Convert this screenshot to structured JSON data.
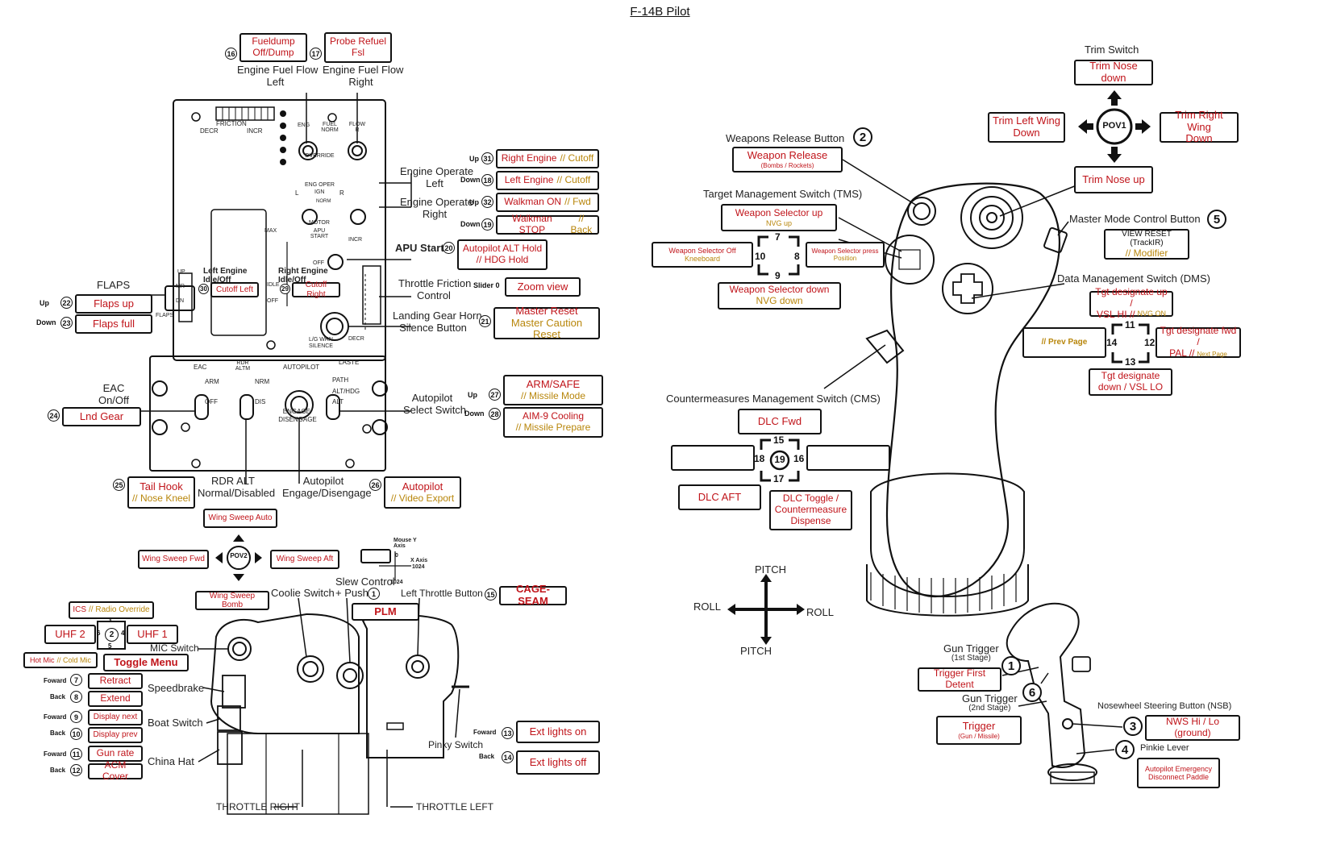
{
  "title": "F-14B Pilot",
  "throttle_panel": {
    "engine_fuel_flow_left": {
      "num": "16",
      "label_1": "Engine Fuel Flow",
      "label_2": "Left",
      "box_1": "Fueldump",
      "box_2": "Off/Dump"
    },
    "engine_fuel_flow_right": {
      "num": "17",
      "label_1": "Engine Fuel Flow",
      "label_2": "Right",
      "box_1": "Probe Refuel",
      "box_2": "Fsl"
    },
    "engine_operate_left": {
      "label_1": "Engine Operate",
      "label_2": "Left",
      "up": "Up",
      "down": "Down",
      "num_up": "31",
      "num_down": "18",
      "up_main": "Right Engine",
      "up_sub": "// Cutoff",
      "down_main": "Left Engine",
      "down_sub": "// Cutoff"
    },
    "engine_operate_right": {
      "label_1": "Engine Operate",
      "label_2": "Right",
      "up": "Up",
      "down": "Down",
      "num_up": "32",
      "num_down": "19",
      "up_main": "Walkman ON",
      "up_sub": "// Fwd",
      "down_main": "Walkman STOP",
      "down_sub": "// Back"
    },
    "apu_start": {
      "label": "APU Start",
      "num": "20",
      "box_1": "Autopilot ALT Hold",
      "box_2": "// HDG Hold"
    },
    "throttle_friction": {
      "label_1": "Throttle Friction",
      "label_2": "Control",
      "slider": "Slider 0",
      "box": "Zoom view"
    },
    "landing_gear_horn": {
      "label_1": "Landing Gear Horn",
      "label_2": "Silence Button",
      "num": "21",
      "box_1": "Master Reset",
      "box_2": "Master Caution Reset"
    },
    "flaps": {
      "label": "FLAPS",
      "up": "Up",
      "down": "Down",
      "num_up": "22",
      "num_down": "23",
      "box_up": "Flaps up",
      "box_down": "Flaps full"
    },
    "left_engine_idle": {
      "label_1": "Left Engine",
      "label_2": "Idle/Off",
      "num": "30",
      "box": "Cutoff Left"
    },
    "right_engine_idle": {
      "label_1": "Right Engine",
      "label_2": "Idle/Off",
      "num": "29",
      "box": "Cutoff Right"
    },
    "eac": {
      "label_1": "EAC",
      "label_2": "On/Off",
      "num": "24",
      "box": "Lnd Gear"
    },
    "autopilot_select": {
      "label_1": "Autopilot",
      "label_2": "Select Switch",
      "up": "Up",
      "down": "Down",
      "num_up": "27",
      "num_down": "28",
      "up_main": "ARM/SAFE",
      "up_sub": "// Missile Mode",
      "down_main": "AIM-9 Cooling",
      "down_sub": "// Missile Prepare"
    },
    "rdr_alt": {
      "label_1": "RDR ALT",
      "label_2": "Normal/Disabled",
      "num": "25",
      "box_main": "Tail Hook",
      "box_sub": "// Nose Kneel"
    },
    "autopilot_engage": {
      "label_1": "Autopilot",
      "label_2": "Engage/Disengage",
      "num": "26",
      "box_main": "Autopilot",
      "box_sub": "// Video Export"
    },
    "panel_text": {
      "friction": "FRICTION",
      "decr": "DECR",
      "incr": "INCR",
      "eng": "ENG",
      "fuel_norm": "FUEL NORM",
      "flow_r": "FLOW R",
      "override": "OVERRIDE",
      "eng_oper": "ENG OPER",
      "ign": "IGN",
      "motor": "MOTOR",
      "norm": "NORM",
      "l": "L",
      "r": "R",
      "max": "MAX",
      "idle": "IDLE",
      "off": "OFF",
      "apu_start": "APU START",
      "apu_off": "OFF",
      "incr2": "INCR",
      "decr2": "DECR",
      "lg_silence": "L/G WRN SILENCE",
      "eac": "EAC",
      "arm": "ARM",
      "eac_off": "OFF",
      "rdr_altm": "RDR ALTM",
      "autopilot": "AUTOPILOT",
      "nrm": "NRM",
      "dis": "DIS",
      "engage": "ENGAGE/ DISENGAGE",
      "laste": "LASTE",
      "path": "PATH",
      "alt_hdg": "ALT/HDG",
      "alt": "ALT",
      "flaps_up": "UP",
      "flaps_mr": "MR",
      "flaps_dn": "DN",
      "flaps_small": "FLAPS"
    }
  },
  "throttle": {
    "pov2": {
      "label": "POV2",
      "up": "Wing Sweep Auto",
      "left": "Wing Sweep Fwd",
      "right": "Wing Sweep Aft",
      "down": "Wing Sweep Bomb"
    },
    "mouse_axis": {
      "y_axis": "Mouse Y Axis",
      "zero": "0",
      "x_axis": "X Axis",
      "x_max": "1024",
      "y_max": "1024"
    },
    "slew_control": {
      "label_1": "Slew Control",
      "label_2": "+ Push",
      "num": "1",
      "box": "PLM"
    },
    "coolie_switch": "Coolie Switch",
    "left_throttle_button": {
      "label": "Left Throttle Button",
      "num": "15",
      "box": "CAGE-SEAM"
    },
    "mic_switch": {
      "label": "MIC Switch",
      "n2": "2",
      "n3": "3",
      "n4": "4",
      "n5": "5",
      "n6": "6",
      "up_main": "ICS",
      "up_sub": "// Radio Override",
      "left": "UHF 2",
      "right": "UHF 1",
      "hot_main": "Hot Mic",
      "hot_sub": "// Cold Mic",
      "toggle": "Toggle Menu"
    },
    "speedbrake": {
      "label": "Speedbrake",
      "fwd": "Foward",
      "back": "Back",
      "num_fwd": "7",
      "num_back": "8",
      "box_fwd": "Retract",
      "box_back": "Extend"
    },
    "boat_switch": {
      "label": "Boat Switch",
      "fwd": "Foward",
      "back": "Back",
      "num_fwd": "9",
      "num_back": "10",
      "box_fwd": "Display next",
      "box_back": "Display prev"
    },
    "china_hat": {
      "label": "China Hat",
      "fwd": "Foward",
      "back": "Back",
      "num_fwd": "11",
      "num_back": "12",
      "box_fwd": "Gun rate",
      "box_back": "ACM Cover"
    },
    "pinky_switch": {
      "label": "Pinky Switch",
      "fwd": "Foward",
      "back": "Back",
      "num_fwd": "13",
      "num_back": "14",
      "box_fwd": "Ext lights on",
      "box_back": "Ext lights off"
    },
    "throttle_right": "THROTTLE RIGHT",
    "throttle_left": "THROTTLE LEFT"
  },
  "stick": {
    "trim_switch": {
      "label": "Trim Switch",
      "pov": "POV1",
      "up": "Trim Nose down",
      "down": "Trim Nose up",
      "left_1": "Trim Left Wing",
      "left_2": "Down",
      "right_1": "Trim Right Wing",
      "right_2": "Down"
    },
    "weapons_release": {
      "label": "Weapons Release Button",
      "num": "2",
      "box_main": "Weapon Release",
      "box_sub": "(Bombs / Rockets)"
    },
    "tms": {
      "label": "Target Management Switch (TMS)",
      "n7": "7",
      "n8": "8",
      "n9": "9",
      "n10": "10",
      "up_main": "Weapon Selector up",
      "up_sub": "NVG up",
      "left_main": "Weapon Selector Off",
      "left_sub": "Kneeboard",
      "right_main": "Weapon Selector press",
      "right_sub": "Position",
      "down_main": "Weapon Selector down",
      "down_sub": "NVG down"
    },
    "master_mode": {
      "label": "Master Mode Control Button",
      "num": "5",
      "box_1": "VIEW RESET (TrackIR)",
      "box_2": "// Modifier"
    },
    "dms": {
      "label": "Data Management Switch (DMS)",
      "n11": "11",
      "n12": "12",
      "n13": "13",
      "n14": "14",
      "up_1": "Tgt designate up /",
      "up_2": "VSL HI //",
      "up_3": "NVG ON",
      "left": "// Prev Page",
      "right_1": "Tgt designate fwd /",
      "right_2": "PAL //",
      "right_3": "Next Page",
      "down_1": "Tgt designate",
      "down_2": "down / VSL LO"
    },
    "cms": {
      "label": "Countermeasures Management Switch (CMS)",
      "n15": "15",
      "n16": "16",
      "n17": "17",
      "n18": "18",
      "n19": "19",
      "up": "DLC Fwd",
      "left": "DLC AFT",
      "center_1": "DLC Toggle /",
      "center_2": "Countermeasure",
      "center_3": "Dispense"
    },
    "axes": {
      "pitch_top": "PITCH",
      "pitch_bottom": "PITCH",
      "roll_left": "ROLL",
      "roll_right": "ROLL"
    },
    "gun_trigger_1": {
      "label_1": "Gun Trigger",
      "label_2": "(1st Stage)",
      "num": "1",
      "box": "Trigger First Detent"
    },
    "num6": "6",
    "gun_trigger_2": {
      "label_1": "Gun Trigger",
      "label_2": "(2nd Stage)",
      "box_main": "Trigger",
      "box_sub": "(Gun / Missile)"
    },
    "nsb": {
      "label": "Nosewheel Steering Button (NSB)",
      "num": "3",
      "box": "NWS Hi / Lo (ground)"
    },
    "pinkie_lever": {
      "label": "Pinkie Lever",
      "num": "4",
      "box_1": "Autopilot Emergency",
      "box_2": "Disconnect Paddle"
    }
  }
}
